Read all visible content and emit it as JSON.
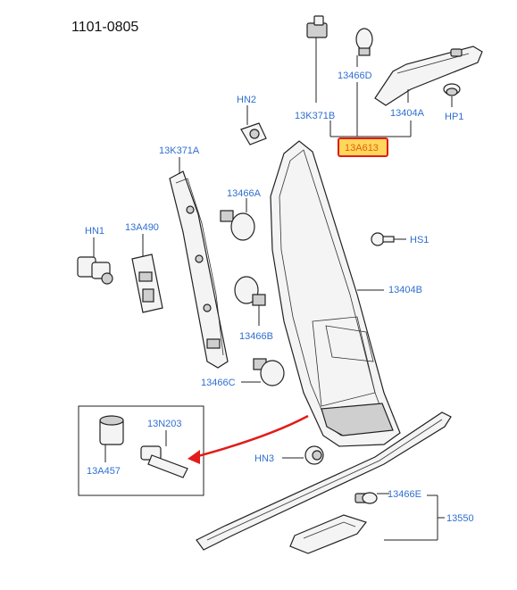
{
  "diagram": {
    "reference_number": "1101-0805",
    "highlight_color": "#e21b1b",
    "highlight_fill": "#ffd75a",
    "label_color": "#2f6fd0",
    "arrow_color": "#e21b1b",
    "labels": {
      "hn2": "HN2",
      "p13466d": "13466D",
      "p13k371b": "13K371B",
      "p13404a": "13404A",
      "hp1": "HP1",
      "p13a613": "13A613",
      "p13k371a": "13K371A",
      "p13466a": "13466A",
      "hn1": "HN1",
      "p13a490": "13A490",
      "hs1": "HS1",
      "p13404b": "13404B",
      "p13466b": "13466B",
      "p13466c": "13466C",
      "p13n203": "13N203",
      "p13a457": "13A457",
      "hn3": "HN3",
      "p13466e": "13466E",
      "p13550": "13550"
    }
  }
}
